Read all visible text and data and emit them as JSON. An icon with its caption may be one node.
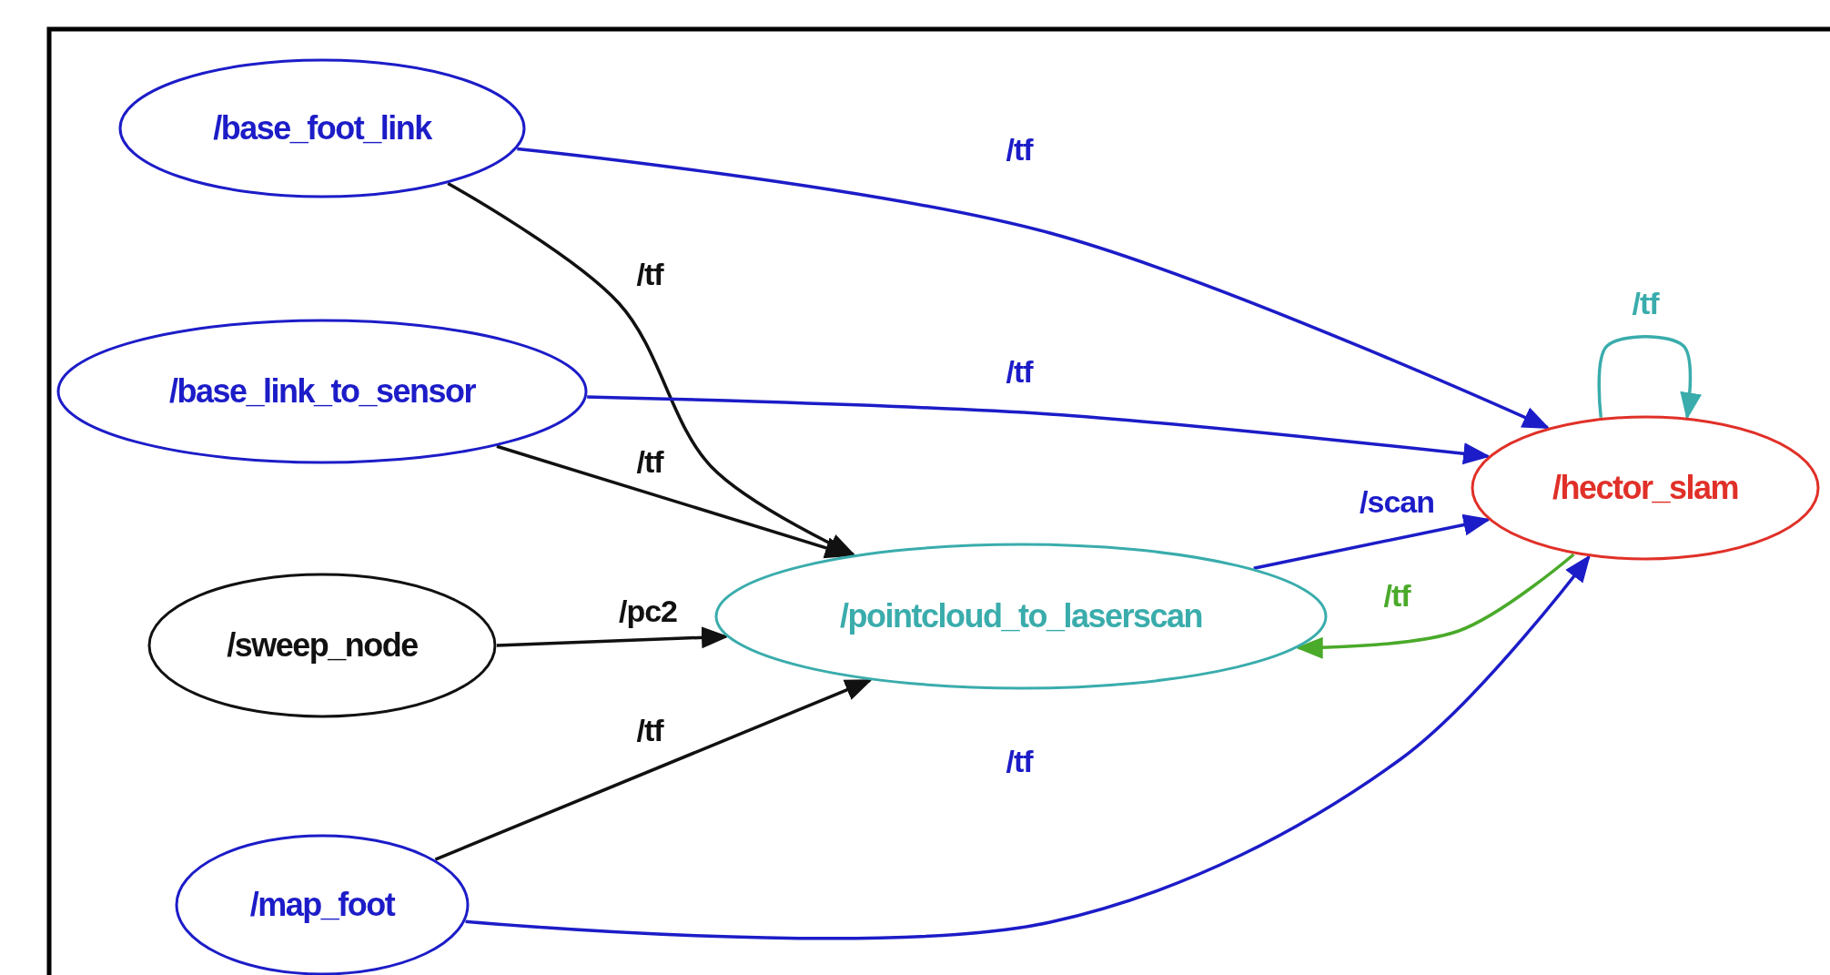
{
  "diagram": {
    "nodes": [
      {
        "text": [
          "/base_foot_link"
        ]
      },
      {
        "text": [
          "/base_link_to_sensor"
        ]
      },
      {
        "text": [
          "/sweep_node"
        ]
      },
      {
        "text": [
          "/map_foot"
        ]
      },
      {
        "text": [
          "/pointcloud_to_laserscan"
        ]
      },
      {
        "text": [
          "/hector_slam"
        ]
      }
    ],
    "edges": [
      {
        "from": 0,
        "to": 5,
        "arrow": "to",
        "label": "/tf",
        "color": "#1c1cc8"
      },
      {
        "from": 0,
        "to": 4,
        "arrow": "to",
        "label": "/tf",
        "color": "#111111"
      },
      {
        "from": 1,
        "to": 5,
        "arrow": "to",
        "label": "/tf",
        "color": "#1c1cc8"
      },
      {
        "from": 1,
        "to": 4,
        "arrow": "to",
        "label": "/tf",
        "color": "#111111"
      },
      {
        "from": 2,
        "to": 4,
        "arrow": "to",
        "label": "/pc2",
        "color": "#111111"
      },
      {
        "from": 3,
        "to": 4,
        "arrow": "to",
        "label": "/tf",
        "color": "#111111"
      },
      {
        "from": 3,
        "to": 5,
        "arrow": "to",
        "label": "/tf",
        "color": "#1c1cc8"
      },
      {
        "from": 4,
        "to": 5,
        "arrow": "to",
        "label": "/scan",
        "color": "#1c1cc8"
      },
      {
        "from": 5,
        "to": 4,
        "arrow": "to",
        "label": "/tf",
        "color": "#4aaa2a"
      },
      {
        "from": 5,
        "to": 5,
        "arrow": "to",
        "label": "/tf",
        "color": "#3aacac"
      }
    ]
  }
}
